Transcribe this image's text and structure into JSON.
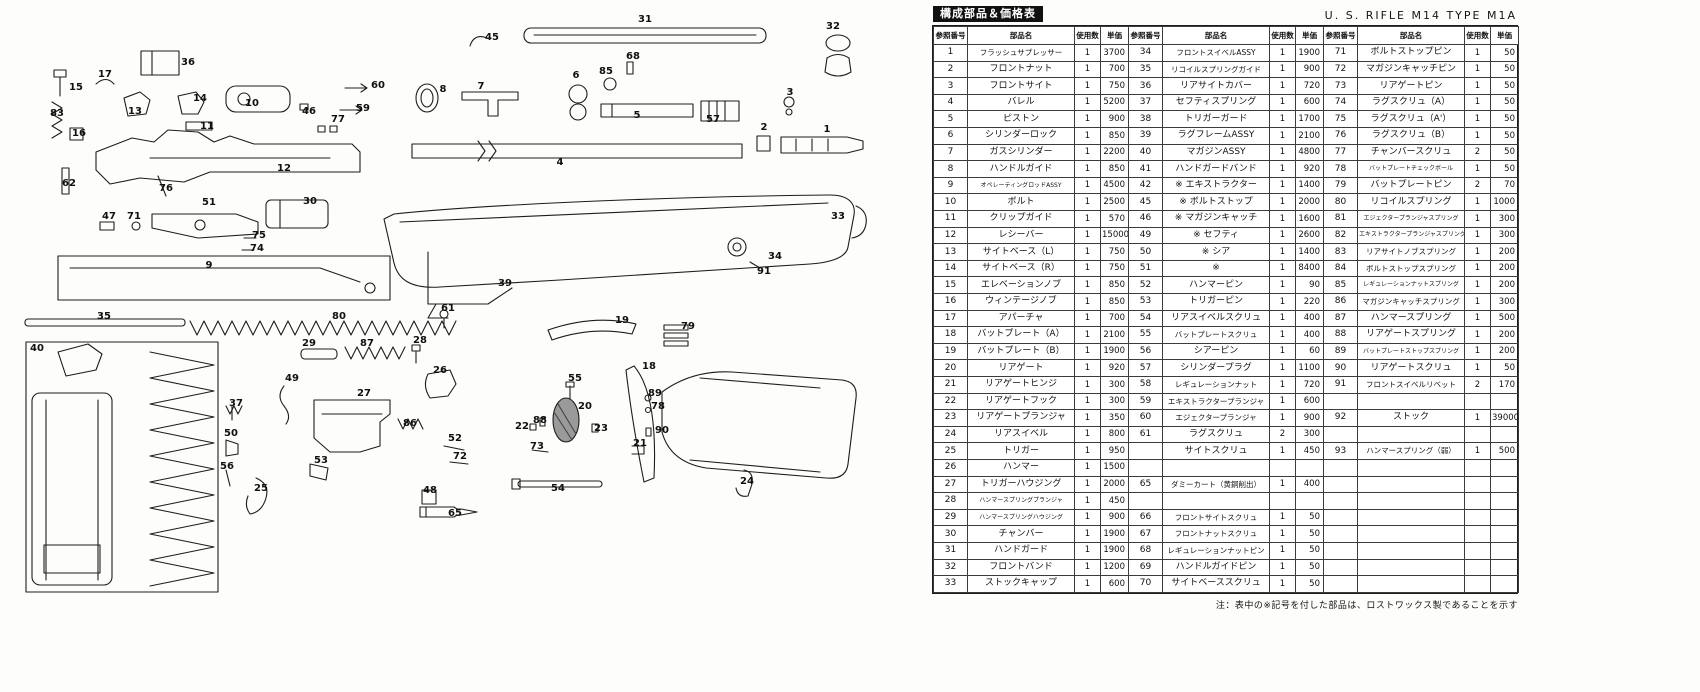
{
  "page": {
    "title_left": "構成部品＆価格表",
    "title_right": "U. S. RIFLE M14 TYPE M1A",
    "footnote": "注：表中の※記号を付した部品は、ロストワックス製であることを示す"
  },
  "table": {
    "headers": [
      "参照番号",
      "部品名",
      "使用数",
      "単価"
    ],
    "groups": [
      {
        "rows": [
          [
            "1",
            "フラッシュサプレッサー",
            "1",
            "3700"
          ],
          [
            "2",
            "フロントナット",
            "1",
            "700"
          ],
          [
            "3",
            "フロントサイト",
            "1",
            "750"
          ],
          [
            "4",
            "バレル",
            "1",
            "5200"
          ],
          [
            "5",
            "ピストン",
            "1",
            "900"
          ],
          [
            "6",
            "シリンダーロック",
            "1",
            "850"
          ],
          [
            "7",
            "ガスシリンダー",
            "1",
            "2200"
          ],
          [
            "8",
            "ハンドルガイド",
            "1",
            "850"
          ],
          [
            "9",
            "オペレーティングロッドASSY",
            "1",
            "4500"
          ],
          [
            "10",
            "ボルト",
            "1",
            "2500"
          ],
          [
            "11",
            "クリップガイド",
            "1",
            "570"
          ],
          [
            "12",
            "レシーバー",
            "1",
            "15000"
          ],
          [
            "13",
            "サイトベース（L）",
            "1",
            "750"
          ],
          [
            "14",
            "サイトベース（R）",
            "1",
            "750"
          ],
          [
            "15",
            "エレベーションノブ",
            "1",
            "850"
          ],
          [
            "16",
            "ウィンテージノブ",
            "1",
            "850"
          ],
          [
            "17",
            "アパーチャ",
            "1",
            "700"
          ],
          [
            "18",
            "バットプレート（A）",
            "1",
            "2100"
          ],
          [
            "19",
            "バットプレート（B）",
            "1",
            "1900"
          ],
          [
            "20",
            "リアゲート",
            "1",
            "920"
          ],
          [
            "21",
            "リアゲートヒンジ",
            "1",
            "300"
          ],
          [
            "22",
            "リアゲートフック",
            "1",
            "300"
          ],
          [
            "23",
            "リアゲートプランジャ",
            "1",
            "350"
          ],
          [
            "24",
            "リアスイベル",
            "1",
            "800"
          ],
          [
            "25",
            "トリガー",
            "1",
            "950"
          ],
          [
            "26",
            "ハンマー",
            "1",
            "1500"
          ],
          [
            "27",
            "トリガーハウジング",
            "1",
            "2000"
          ],
          [
            "28",
            "ハンマースプリングプランジャ",
            "1",
            "450"
          ],
          [
            "29",
            "ハンマースプリングハウジング",
            "1",
            "900"
          ],
          [
            "30",
            "チャンバー",
            "1",
            "1900"
          ],
          [
            "31",
            "ハンドガード",
            "1",
            "1900"
          ],
          [
            "32",
            "フロントバンド",
            "1",
            "1200"
          ],
          [
            "33",
            "ストックキャップ",
            "1",
            "600"
          ]
        ]
      },
      {
        "rows": [
          [
            "34",
            "フロントスイベルASSY",
            "1",
            "1900"
          ],
          [
            "35",
            "リコイルスプリングガイド",
            "1",
            "900"
          ],
          [
            "36",
            "リアサイトカバー",
            "1",
            "720"
          ],
          [
            "37",
            "セフティスプリング",
            "1",
            "600"
          ],
          [
            "38",
            "トリガーガード",
            "1",
            "1700"
          ],
          [
            "39",
            "ラグフレームASSY",
            "1",
            "2100"
          ],
          [
            "40",
            "マガジンASSY",
            "1",
            "4800"
          ],
          [
            "41",
            "ハンドガードバンド",
            "1",
            "920"
          ],
          [
            "42",
            "※ エキストラクター",
            "1",
            "1400"
          ],
          [
            "45",
            "※ ボルトストップ",
            "1",
            "2000"
          ],
          [
            "46",
            "※ マガジンキャッチ",
            "1",
            "1600"
          ],
          [
            "49",
            "※ セフティ",
            "1",
            "2600"
          ],
          [
            "50",
            "※ シア",
            "1",
            "1400"
          ],
          [
            "51",
            "※",
            "1",
            "8400"
          ],
          [
            "52",
            "ハンマーピン",
            "1",
            "90"
          ],
          [
            "53",
            "トリガーピン",
            "1",
            "220"
          ],
          [
            "54",
            "リアスイベルスクリュ",
            "1",
            "400"
          ],
          [
            "55",
            "バットプレートスクリュ",
            "1",
            "400"
          ],
          [
            "56",
            "シアーピン",
            "1",
            "60"
          ],
          [
            "57",
            "シリンダープラグ",
            "1",
            "1100"
          ],
          [
            "58",
            "レギュレーションナット",
            "1",
            "720"
          ],
          [
            "59",
            "エキストラクタープランジャ",
            "1",
            "600"
          ],
          [
            "60",
            "エジェクタープランジャ",
            "1",
            "900"
          ],
          [
            "61",
            "ラグスクリュ",
            "2",
            "300"
          ],
          [
            "",
            "サイトスクリュ",
            "1",
            "450"
          ],
          [
            "",
            "",
            "",
            ""
          ],
          [
            "65",
            "ダミーカート（黄銅削出）",
            "1",
            "400"
          ],
          [
            "",
            "",
            "",
            ""
          ],
          [
            "66",
            "フロントサイトスクリュ",
            "1",
            "50"
          ],
          [
            "67",
            "フロントナットスクリュ",
            "1",
            "50"
          ],
          [
            "68",
            "レギュレーションナットピン",
            "1",
            "50"
          ],
          [
            "69",
            "ハンドルガイドピン",
            "1",
            "50"
          ],
          [
            "70",
            "サイトベーススクリュ",
            "1",
            "50"
          ]
        ]
      },
      {
        "rows": [
          [
            "71",
            "ボルトストップピン",
            "1",
            "50"
          ],
          [
            "72",
            "マガジンキャッチピン",
            "1",
            "50"
          ],
          [
            "73",
            "リアゲートピン",
            "1",
            "50"
          ],
          [
            "74",
            "ラグスクリュ（A）",
            "1",
            "50"
          ],
          [
            "75",
            "ラグスクリュ（A'）",
            "1",
            "50"
          ],
          [
            "76",
            "ラグスクリュ（B）",
            "1",
            "50"
          ],
          [
            "77",
            "チャンバースクリュ",
            "2",
            "50"
          ],
          [
            "78",
            "バットプレートチェックボール",
            "1",
            "50"
          ],
          [
            "79",
            "バットプレートピン",
            "2",
            "70"
          ],
          [
            "80",
            "リコイルスプリング",
            "1",
            "1000"
          ],
          [
            "81",
            "エジェクタープランジャスプリング",
            "1",
            "300"
          ],
          [
            "82",
            "エキストラクタープランジャスプリング",
            "1",
            "300"
          ],
          [
            "83",
            "リアサイトノブスプリング",
            "1",
            "200"
          ],
          [
            "84",
            "ボルトストップスプリング",
            "1",
            "200"
          ],
          [
            "85",
            "レギュレーションナットスプリング",
            "1",
            "200"
          ],
          [
            "86",
            "マガジンキャッチスプリング",
            "1",
            "300"
          ],
          [
            "87",
            "ハンマースプリング",
            "1",
            "500"
          ],
          [
            "88",
            "リアゲートスプリング",
            "1",
            "200"
          ],
          [
            "89",
            "バットプレートストップスプリング",
            "1",
            "200"
          ],
          [
            "90",
            "リアゲートスクリュ",
            "1",
            "50"
          ],
          [
            "91",
            "フロントスイベルリベット",
            "2",
            "170"
          ],
          [
            "",
            "",
            "",
            ""
          ],
          [
            "92",
            "ストック",
            "1",
            "39000"
          ],
          [
            "",
            "",
            "",
            ""
          ],
          [
            "93",
            "ハンマースプリング（弱）",
            "1",
            "500"
          ],
          [
            "",
            "",
            "",
            ""
          ],
          [
            "",
            "",
            "",
            ""
          ],
          [
            "",
            "",
            "",
            ""
          ],
          [
            "",
            "",
            "",
            ""
          ],
          [
            "",
            "",
            "",
            ""
          ],
          [
            "",
            "",
            "",
            ""
          ],
          [
            "",
            "",
            "",
            ""
          ],
          [
            "",
            "",
            "",
            ""
          ]
        ]
      }
    ]
  },
  "diagram": {
    "callouts": [
      [
        "45",
        492,
        38
      ],
      [
        "31",
        645,
        20
      ],
      [
        "68",
        633,
        57
      ],
      [
        "85",
        606,
        72
      ],
      [
        "32",
        833,
        27
      ],
      [
        "36",
        188,
        63
      ],
      [
        "17",
        105,
        75
      ],
      [
        "15",
        76,
        88
      ],
      [
        "14",
        200,
        99
      ],
      [
        "13",
        135,
        112
      ],
      [
        "10",
        252,
        104
      ],
      [
        "60",
        378,
        86
      ],
      [
        "59",
        363,
        109
      ],
      [
        "46",
        309,
        112
      ],
      [
        "77",
        338,
        120
      ],
      [
        "8",
        443,
        90
      ],
      [
        "7",
        481,
        87
      ],
      [
        "6",
        576,
        76
      ],
      [
        "5",
        637,
        116
      ],
      [
        "57",
        713,
        120
      ],
      [
        "83",
        57,
        114
      ],
      [
        "16",
        79,
        134
      ],
      [
        "11",
        207,
        127
      ],
      [
        "3",
        790,
        93
      ],
      [
        "2",
        764,
        128
      ],
      [
        "1",
        827,
        130
      ],
      [
        "62",
        69,
        184
      ],
      [
        "76",
        166,
        189
      ],
      [
        "12",
        284,
        169
      ],
      [
        "4",
        560,
        163
      ],
      [
        "47",
        109,
        217
      ],
      [
        "71",
        134,
        217
      ],
      [
        "51",
        209,
        203
      ],
      [
        "30",
        310,
        202
      ],
      [
        "75",
        259,
        236
      ],
      [
        "74",
        257,
        249
      ],
      [
        "9",
        209,
        266
      ],
      [
        "33",
        838,
        217
      ],
      [
        "34",
        775,
        257
      ],
      [
        "91",
        764,
        272
      ],
      [
        "39",
        505,
        284
      ],
      [
        "61",
        448,
        309
      ],
      [
        "35",
        104,
        317
      ],
      [
        "80",
        339,
        317
      ],
      [
        "19",
        622,
        321
      ],
      [
        "79",
        688,
        327
      ],
      [
        "29",
        309,
        344
      ],
      [
        "87",
        367,
        344
      ],
      [
        "28",
        420,
        341
      ],
      [
        "18",
        649,
        367
      ],
      [
        "40",
        37,
        349
      ],
      [
        "49",
        292,
        379
      ],
      [
        "26",
        440,
        371
      ],
      [
        "37",
        236,
        404
      ],
      [
        "27",
        364,
        394
      ],
      [
        "86",
        410,
        424
      ],
      [
        "20",
        585,
        407
      ],
      [
        "88",
        540,
        421
      ],
      [
        "22",
        522,
        427
      ],
      [
        "23",
        601,
        429
      ],
      [
        "73",
        537,
        447
      ],
      [
        "50",
        231,
        434
      ],
      [
        "52",
        455,
        439
      ],
      [
        "72",
        460,
        457
      ],
      [
        "89",
        655,
        394
      ],
      [
        "78",
        658,
        407
      ],
      [
        "90",
        662,
        431
      ],
      [
        "21",
        640,
        444
      ],
      [
        "55",
        575,
        379
      ],
      [
        "53",
        321,
        461
      ],
      [
        "56",
        227,
        467
      ],
      [
        "25",
        261,
        489
      ],
      [
        "54",
        558,
        489
      ],
      [
        "48",
        430,
        491
      ],
      [
        "65",
        455,
        514
      ],
      [
        "24",
        747,
        482
      ]
    ]
  }
}
